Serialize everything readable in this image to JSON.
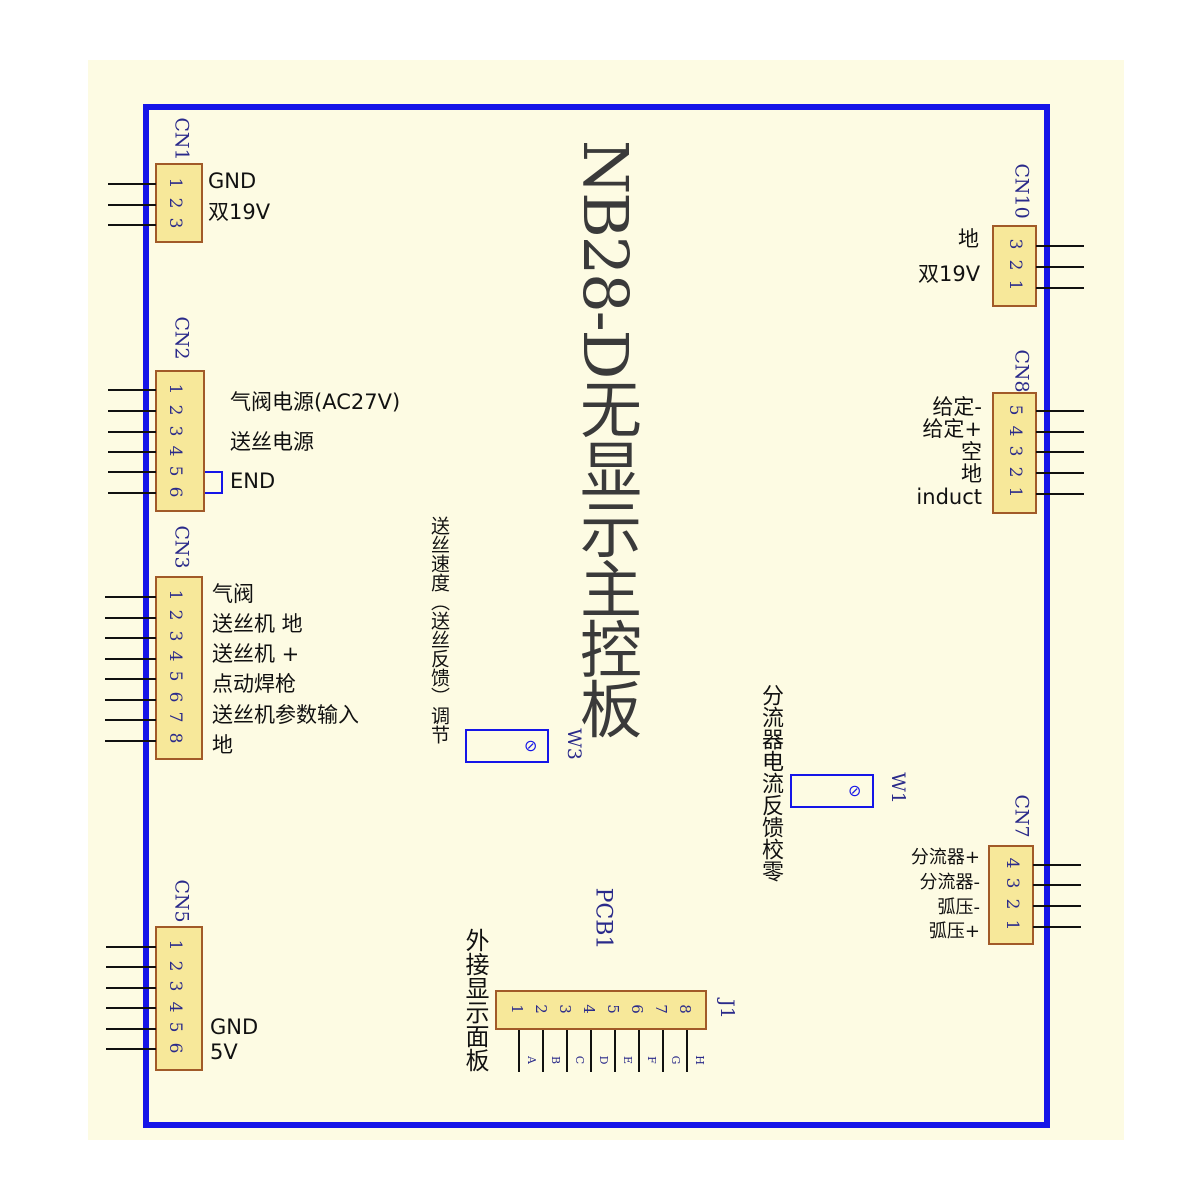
{
  "title": "NB28-D无显示主控板",
  "pcb_label": "PCB1",
  "connectors": {
    "cn1": {
      "id": "CN1",
      "pins": [
        "1",
        "2",
        "3"
      ],
      "labels": [
        "GND",
        "双19V"
      ]
    },
    "cn2": {
      "id": "CN2",
      "pins": [
        "1",
        "2",
        "3",
        "4",
        "5",
        "6"
      ],
      "labels": [
        "气阀电源(AC27V)",
        "送丝电源",
        "END"
      ]
    },
    "cn3": {
      "id": "CN3",
      "pins": [
        "1",
        "2",
        "3",
        "4",
        "5",
        "6",
        "7",
        "8"
      ],
      "labels": [
        "气阀",
        "送丝机 地",
        "送丝机 +",
        "点动焊枪",
        "送丝机参数输入",
        "地"
      ]
    },
    "cn5": {
      "id": "CN5",
      "pins": [
        "1",
        "2",
        "3",
        "4",
        "5",
        "6"
      ],
      "labels": [
        "GND",
        "5V"
      ]
    },
    "cn10": {
      "id": "CN10",
      "pins": [
        "3",
        "2",
        "1"
      ],
      "labels": [
        "地",
        "双19V"
      ]
    },
    "cn8": {
      "id": "CN8",
      "pins": [
        "5",
        "4",
        "3",
        "2",
        "1"
      ],
      "labels": [
        "给定-",
        "给定+",
        "空",
        "地",
        "induct"
      ]
    },
    "cn7": {
      "id": "CN7",
      "pins": [
        "4",
        "3",
        "2",
        "1"
      ],
      "labels": [
        "分流器+",
        "分流器-",
        "弧压-",
        "弧压+"
      ]
    },
    "j1": {
      "id": "J1",
      "pins": [
        "1",
        "2",
        "3",
        "4",
        "5",
        "6",
        "7",
        "8"
      ],
      "letters": [
        "A",
        "B",
        "C",
        "D",
        "E",
        "F",
        "G",
        "H"
      ],
      "label": "外接显示面板"
    }
  },
  "pots": {
    "w3": {
      "id": "W3",
      "label": "送丝速度（送丝反馈）调节"
    },
    "w1": {
      "id": "W1",
      "label": "分流器电流反馈校零"
    }
  },
  "colors": {
    "board_border": "#1515e8",
    "background": "#fdfbe3",
    "connector_fill": "#f7e89a",
    "connector_border": "#a15a28"
  }
}
